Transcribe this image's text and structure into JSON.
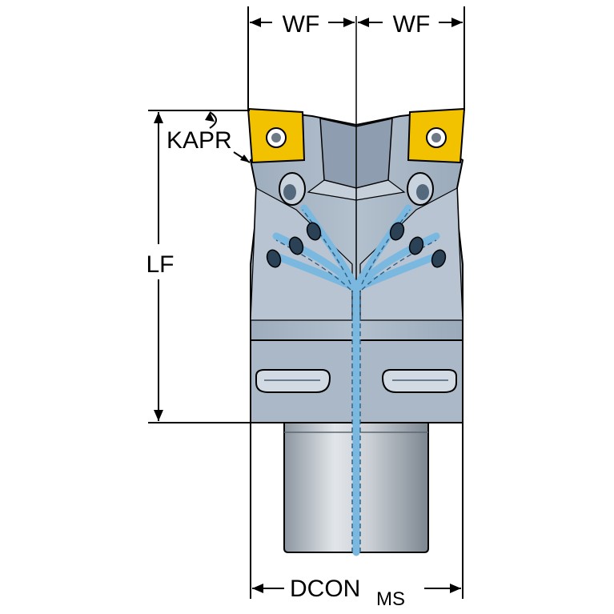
{
  "labels": {
    "wf_left": "WF",
    "wf_right": "WF",
    "kapr": "KAPR",
    "lf": "LF",
    "dcon": "DCON",
    "dcon_sub": "MS"
  },
  "colors": {
    "body": "#a9b7c6",
    "body_dark": "#7d8fa3",
    "insert": "#f2c200",
    "coolant": "#7ab8e0",
    "shank_light": "#e2e6ea",
    "shank_dark": "#8c96a0"
  }
}
